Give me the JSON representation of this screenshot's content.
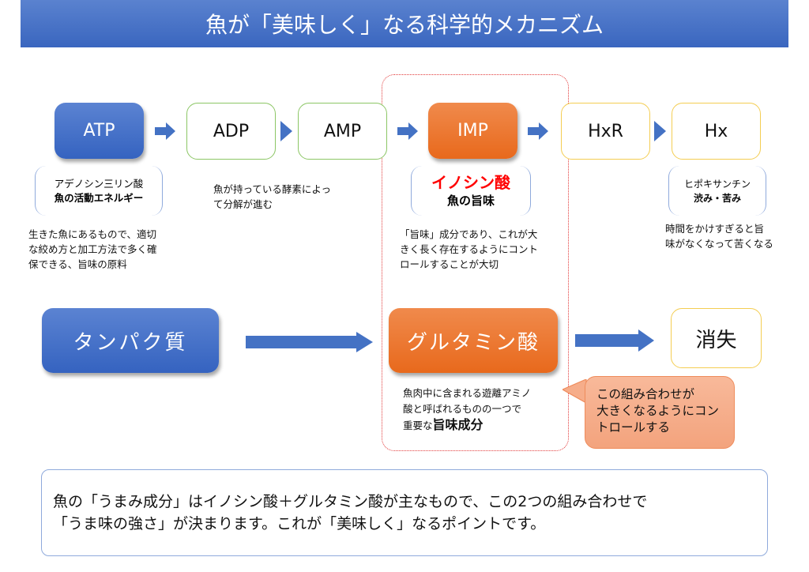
{
  "title": "魚が「美味しく」なる科学的メカニズム",
  "top_row": {
    "nodes": [
      {
        "id": "atp",
        "label": "ATP",
        "style": "blue"
      },
      {
        "id": "adp",
        "label": "ADP",
        "style": "green-outline"
      },
      {
        "id": "amp",
        "label": "AMP",
        "style": "green-outline"
      },
      {
        "id": "imp",
        "label": "IMP",
        "style": "orange"
      },
      {
        "id": "hxr",
        "label": "HxR",
        "style": "yellow-outline"
      },
      {
        "id": "hx",
        "label": "Hx",
        "style": "yellow-outline"
      }
    ],
    "atp_bracket": {
      "line1": "アデノシン三リン酸",
      "line2": "魚の活動エネルギー"
    },
    "atp_note": [
      "生きた魚にあるもので、適切",
      "な絞め方と加工方法で多く確",
      "保できる、旨味の原料"
    ],
    "adp_note": [
      "魚が持っている酵素によっ",
      "て分解が進む"
    ],
    "imp_bracket": {
      "line1": "イノシン酸",
      "line2": "魚の旨味"
    },
    "imp_note": [
      "「旨味」成分であり、これが大",
      "きく長く存在するようにコント",
      "ロールすることが大切"
    ],
    "hx_bracket": {
      "line1": "ヒポキサンチン",
      "line2": "渋み・苦み"
    },
    "hx_note": [
      "時間をかけすぎると旨",
      "味がなくなって苦くなる"
    ]
  },
  "bottom_row": {
    "protein": "タンパク質",
    "glutamic": "グルタミン酸",
    "disappear": "消失",
    "glutamic_note": {
      "line1": "魚肉中に含まれる遊離アミノ",
      "line2": "酸と呼ばれるものの一つで",
      "line3_prefix": "重要な",
      "line3_bold": "旨味成分"
    }
  },
  "callout": [
    "この組み合わせが",
    "大きくなるようにコン",
    "トロールする"
  ],
  "summary": [
    "魚の「うまみ成分」はイノシン酸＋グルタミン酸が主なもので、この2つの組み合わせで",
    "「うま味の強さ」が決まります。これが「美味しく」なるポイントです。"
  ],
  "colors": {
    "title_bg": "#4472c4",
    "blue_node": "#4472c4",
    "orange_node": "#ed7d31",
    "green_outline": "#8cc665",
    "yellow_outline": "#f4cd52",
    "highlight_text": "#ff0000",
    "dashed_frame": "#e23a3a",
    "callout_bg": "#f4b183"
  }
}
